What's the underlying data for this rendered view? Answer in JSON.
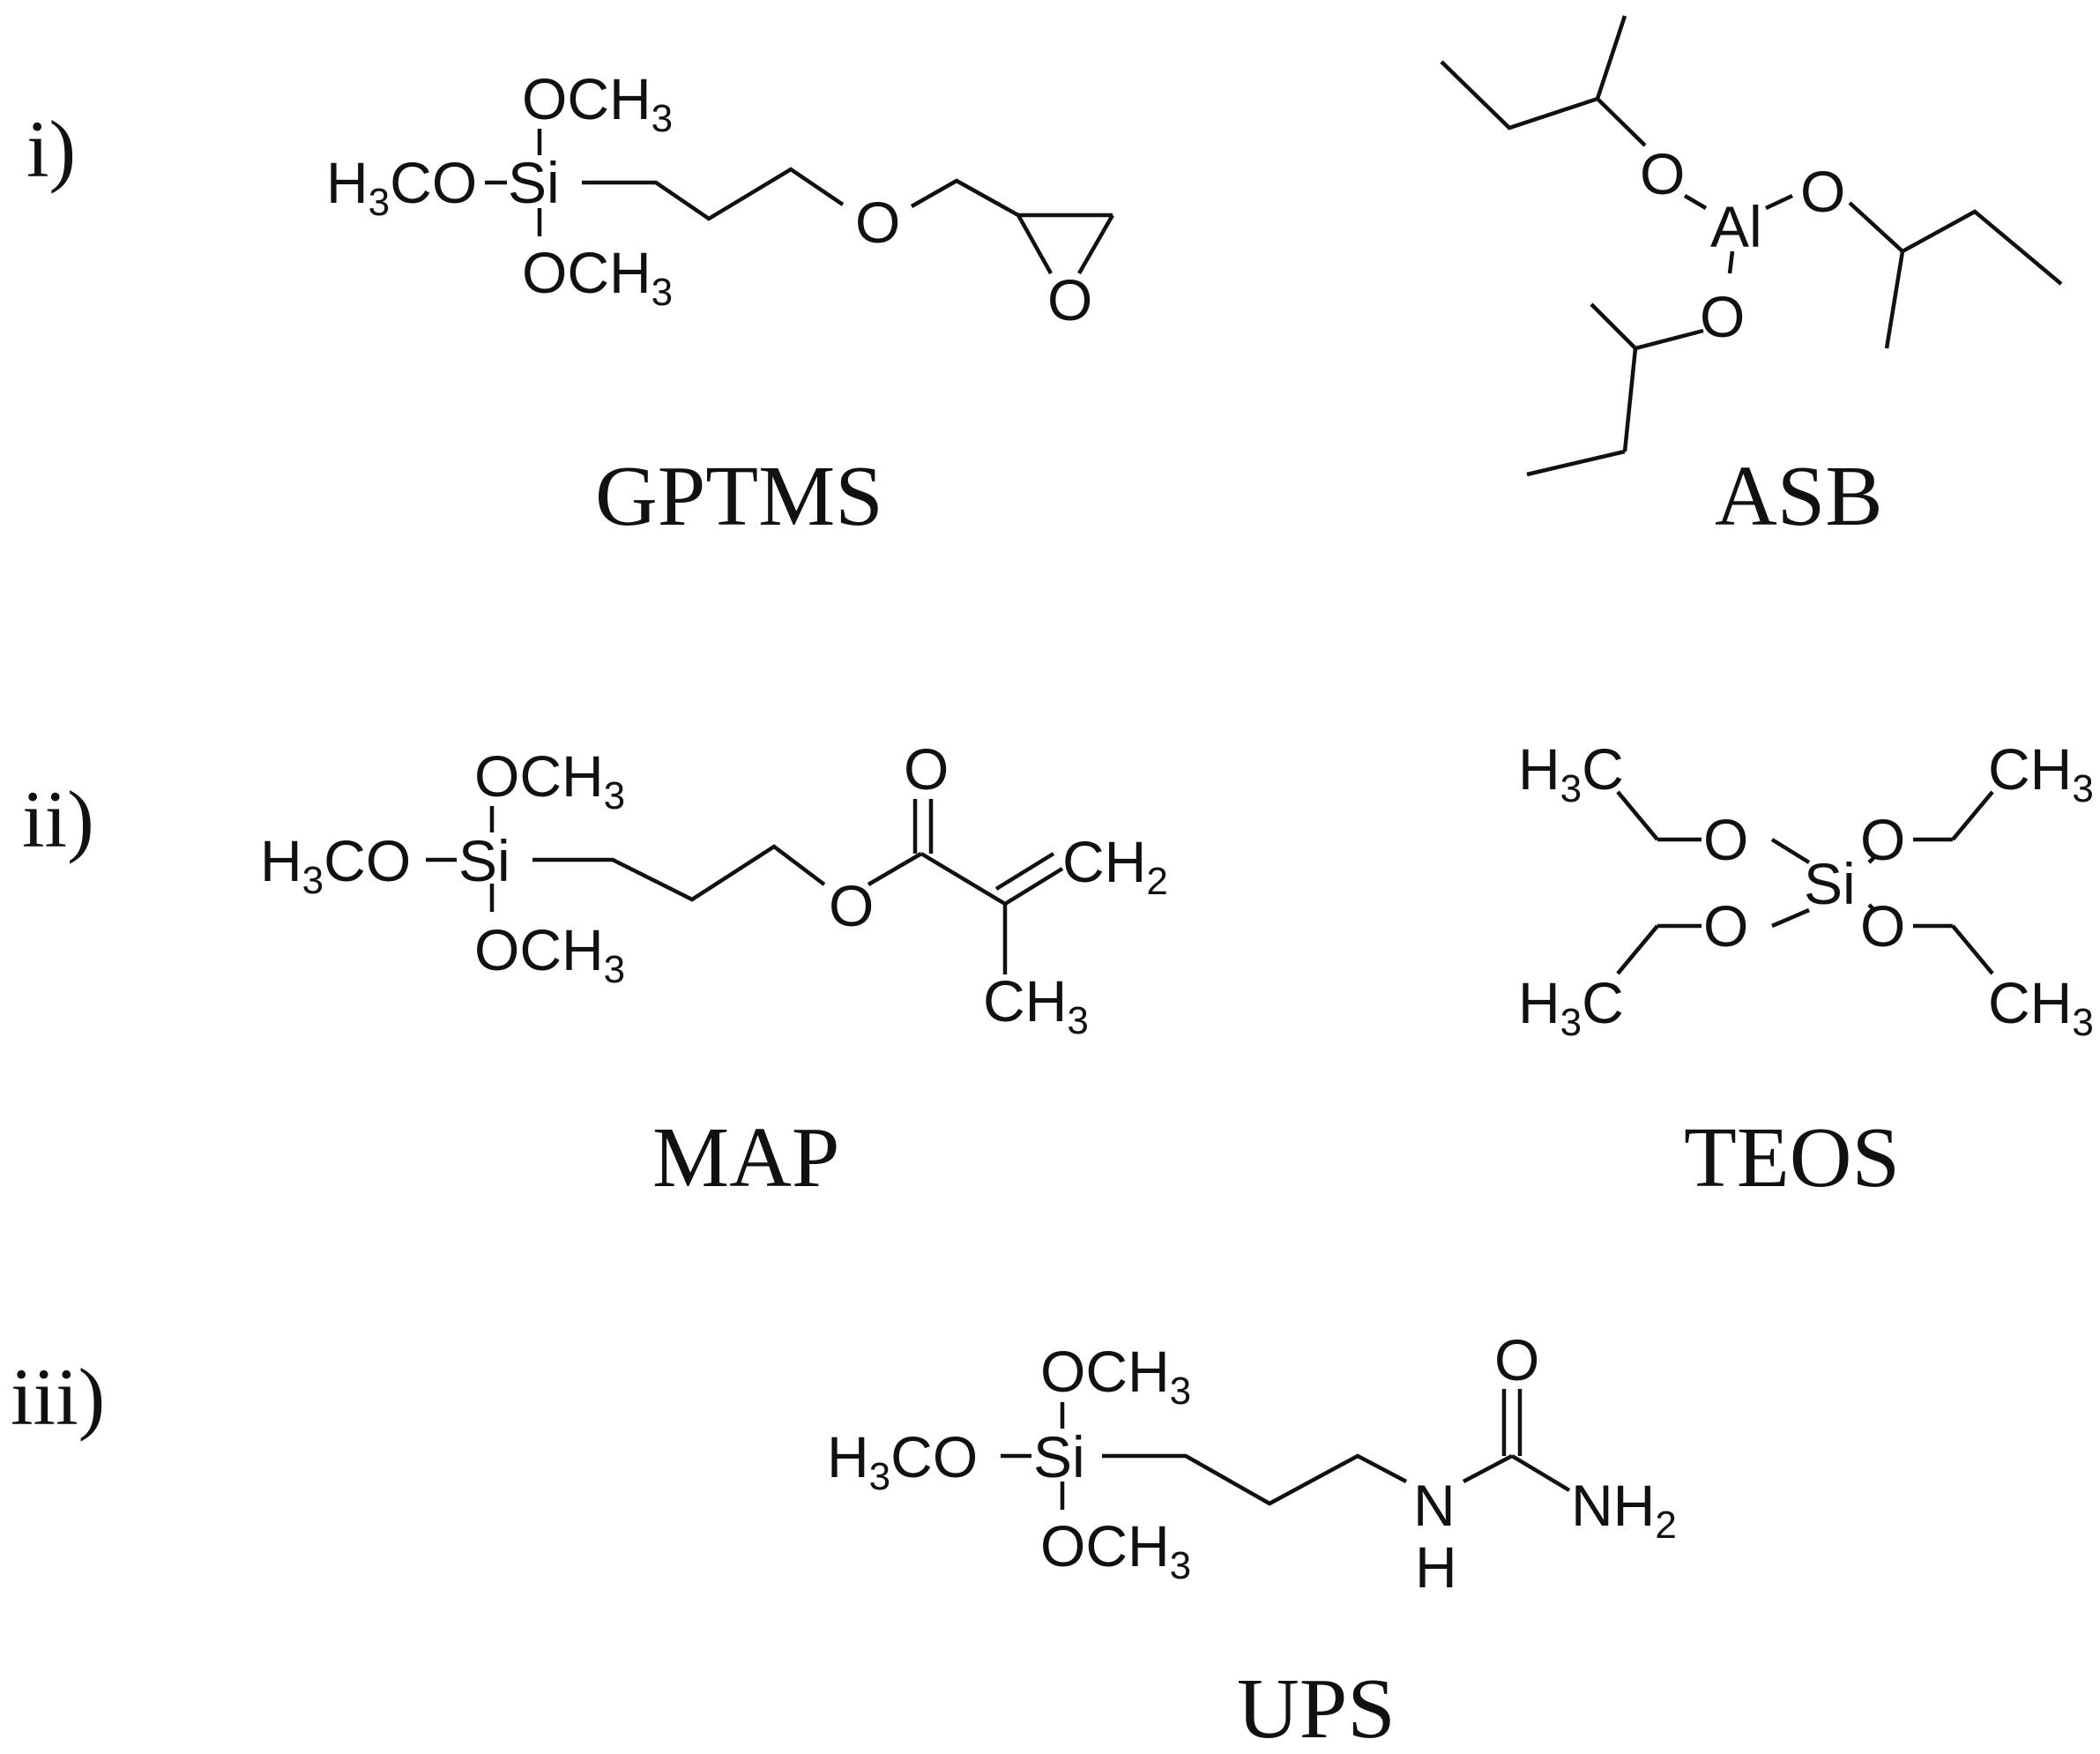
{
  "groups": {
    "i": "i)",
    "ii": "ii)",
    "iii": "iii)"
  },
  "compounds": {
    "gptms": {
      "name": "GPTMS",
      "atoms": {
        "och3_top": "OCH",
        "h3co": "CO",
        "si": "Si",
        "och3_bottom": "OCH",
        "o_ether": "O",
        "o_epoxide": "O"
      }
    },
    "asb": {
      "name": "ASB",
      "atoms": {
        "al": "Al",
        "o1": "O",
        "o2": "O",
        "o3": "O"
      }
    },
    "map": {
      "name": "MAP",
      "atoms": {
        "och3_top": "OCH",
        "h3co": "CO",
        "si": "Si",
        "och3_bottom": "OCH",
        "o_ester": "O",
        "o_carbonyl": "O",
        "ch2": "CH",
        "ch3": "CH"
      }
    },
    "teos": {
      "name": "TEOS",
      "atoms": {
        "si": "Si",
        "o_tl": "O",
        "o_tr": "O",
        "o_bl": "O",
        "o_br": "O",
        "h3c_tl": "C",
        "ch3_tr": "CH",
        "h3c_bl": "C",
        "ch3_br": "CH"
      }
    },
    "ups": {
      "name": "UPS",
      "atoms": {
        "och3_top": "OCH",
        "h3co": "CO",
        "si": "Si",
        "och3_bottom": "OCH",
        "nh": "N",
        "h": "H",
        "o_carbonyl": "O",
        "nh2": "NH"
      }
    }
  },
  "glyphs": {
    "H": "H",
    "sub2": "2",
    "sub3": "3"
  }
}
